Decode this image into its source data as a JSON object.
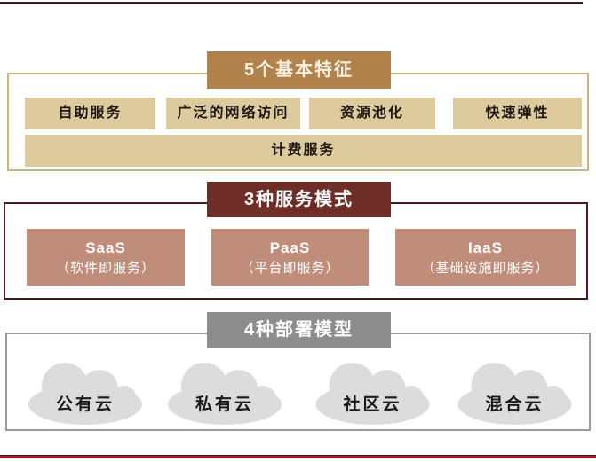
{
  "diagram": {
    "decorations": {
      "top_line_color": "#3a1b29",
      "bottom_line_color": "#9e2121"
    },
    "sections": [
      {
        "header": "5个基本特征",
        "header_bg": "#b2824c",
        "box_bg": "#decb9d",
        "border_color": "#c9b480",
        "items_row1": [
          "自助服务",
          "广泛的网络访问",
          "资源池化",
          "快速弹性"
        ],
        "items_row2": [
          "计费服务"
        ]
      },
      {
        "header": "3种服务模式",
        "header_bg": "#6e2d27",
        "box_bg": "#c08d7a",
        "border_color": "#42201f",
        "items": [
          {
            "title": "SaaS",
            "subtitle": "（软件即服务）"
          },
          {
            "title": "PaaS",
            "subtitle": "（平台即服务）"
          },
          {
            "title": "IaaS",
            "subtitle": "（基础设施即服务）"
          }
        ]
      },
      {
        "header": "4种部署模型",
        "header_bg": "#8d8d8d",
        "cloud_fill": "#dcdcdc",
        "border_color": "#9c9c9c",
        "clouds": [
          "公有云",
          "私有云",
          "社区云",
          "混合云"
        ]
      }
    ]
  }
}
